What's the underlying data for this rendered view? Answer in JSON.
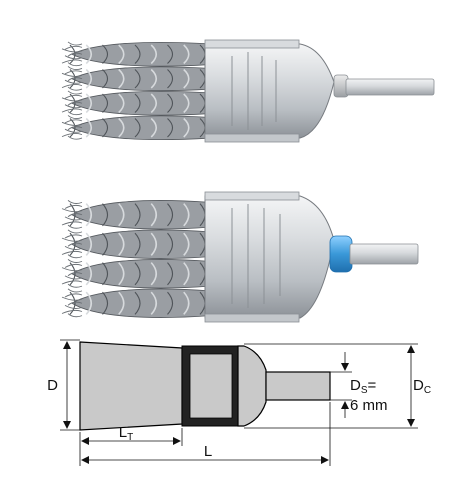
{
  "diagram": {
    "labels": {
      "diameter": "D",
      "trim_length_main": "L",
      "trim_length_sub": "T",
      "total_length": "L",
      "collar_diameter_main": "D",
      "collar_diameter_sub": "C",
      "shank_diameter_main": "D",
      "shank_diameter_sub": "S",
      "shank_diameter_equals": "=",
      "shank_diameter_value": "6 mm"
    },
    "colors": {
      "steel_light": "#e6e7e8",
      "steel_mid": "#b8bcc0",
      "steel_dark": "#7b8086",
      "wire": "#8c9095",
      "wire_dark": "#4f5459",
      "bristle_fill": "#c9c9c9",
      "outline": "#000000",
      "collar_band": "#222222",
      "blue_ring": "#3a98d8",
      "blue_ring_dark": "#1f6fae"
    },
    "icons": {
      "product_top": "knot-wire-end-brush-icon",
      "product_bottom": "knot-wire-end-brush-blue-ring-icon",
      "technical_drawing": "end-brush-technical-drawing"
    }
  }
}
